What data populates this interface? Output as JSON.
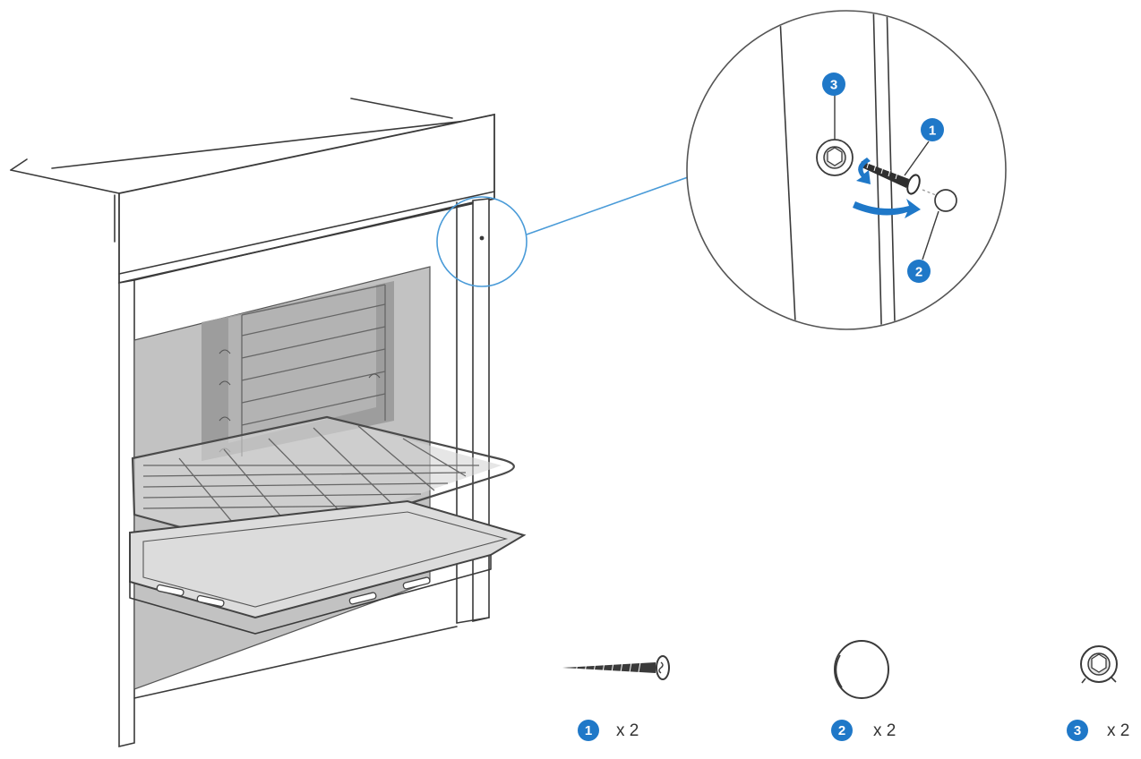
{
  "colors": {
    "accent": "#1f78c8",
    "line": "#3a3a3a",
    "cavity": "#bdbdbd",
    "cavity_inner": "#9c9c9c"
  },
  "callouts": {
    "screw": "1",
    "cap": "2",
    "bracket": "3"
  },
  "parts": [
    {
      "id": "1",
      "name": "screw-icon",
      "quantity": "x 2"
    },
    {
      "id": "2",
      "name": "cover-cap-icon",
      "quantity": "x 2"
    },
    {
      "id": "3",
      "name": "bracket-icon",
      "quantity": "x 2"
    }
  ]
}
